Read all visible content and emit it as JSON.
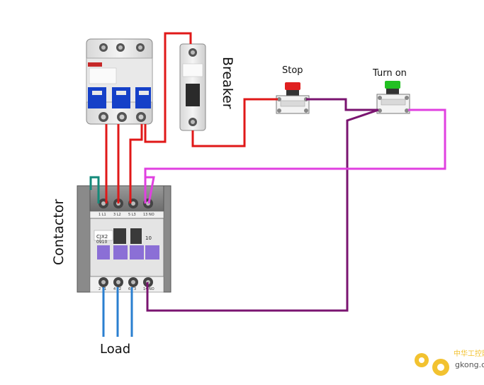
{
  "labels": {
    "breaker": "Breaker",
    "stop": "Stop",
    "turn_on": "Turn on",
    "contactor": "Contactor",
    "load": "Load"
  },
  "contactor_model": {
    "line1": "CJX2",
    "line2": "0910",
    "aux": "10"
  },
  "terminals_top": [
    "1 L1",
    "3 L2",
    "5 L3",
    "13 NO"
  ],
  "terminals_bottom": [
    "2 T1",
    "4 T2",
    "6 T3",
    "14 NO"
  ],
  "watermark": {
    "cn": "中华工控网",
    "url": "gkong.c"
  },
  "colors": {
    "wire_red": "#e01818",
    "wire_purple": "#7a1470",
    "wire_magenta": "#e040e0",
    "wire_blue": "#2a7fd0",
    "wire_teal": "#138a7a",
    "button_stop": "#e02020",
    "button_on": "#22c022",
    "breaker_handle": "#1540c8",
    "contactor_window": "#8b6fd6"
  },
  "icons": [
    "gear-icon"
  ]
}
